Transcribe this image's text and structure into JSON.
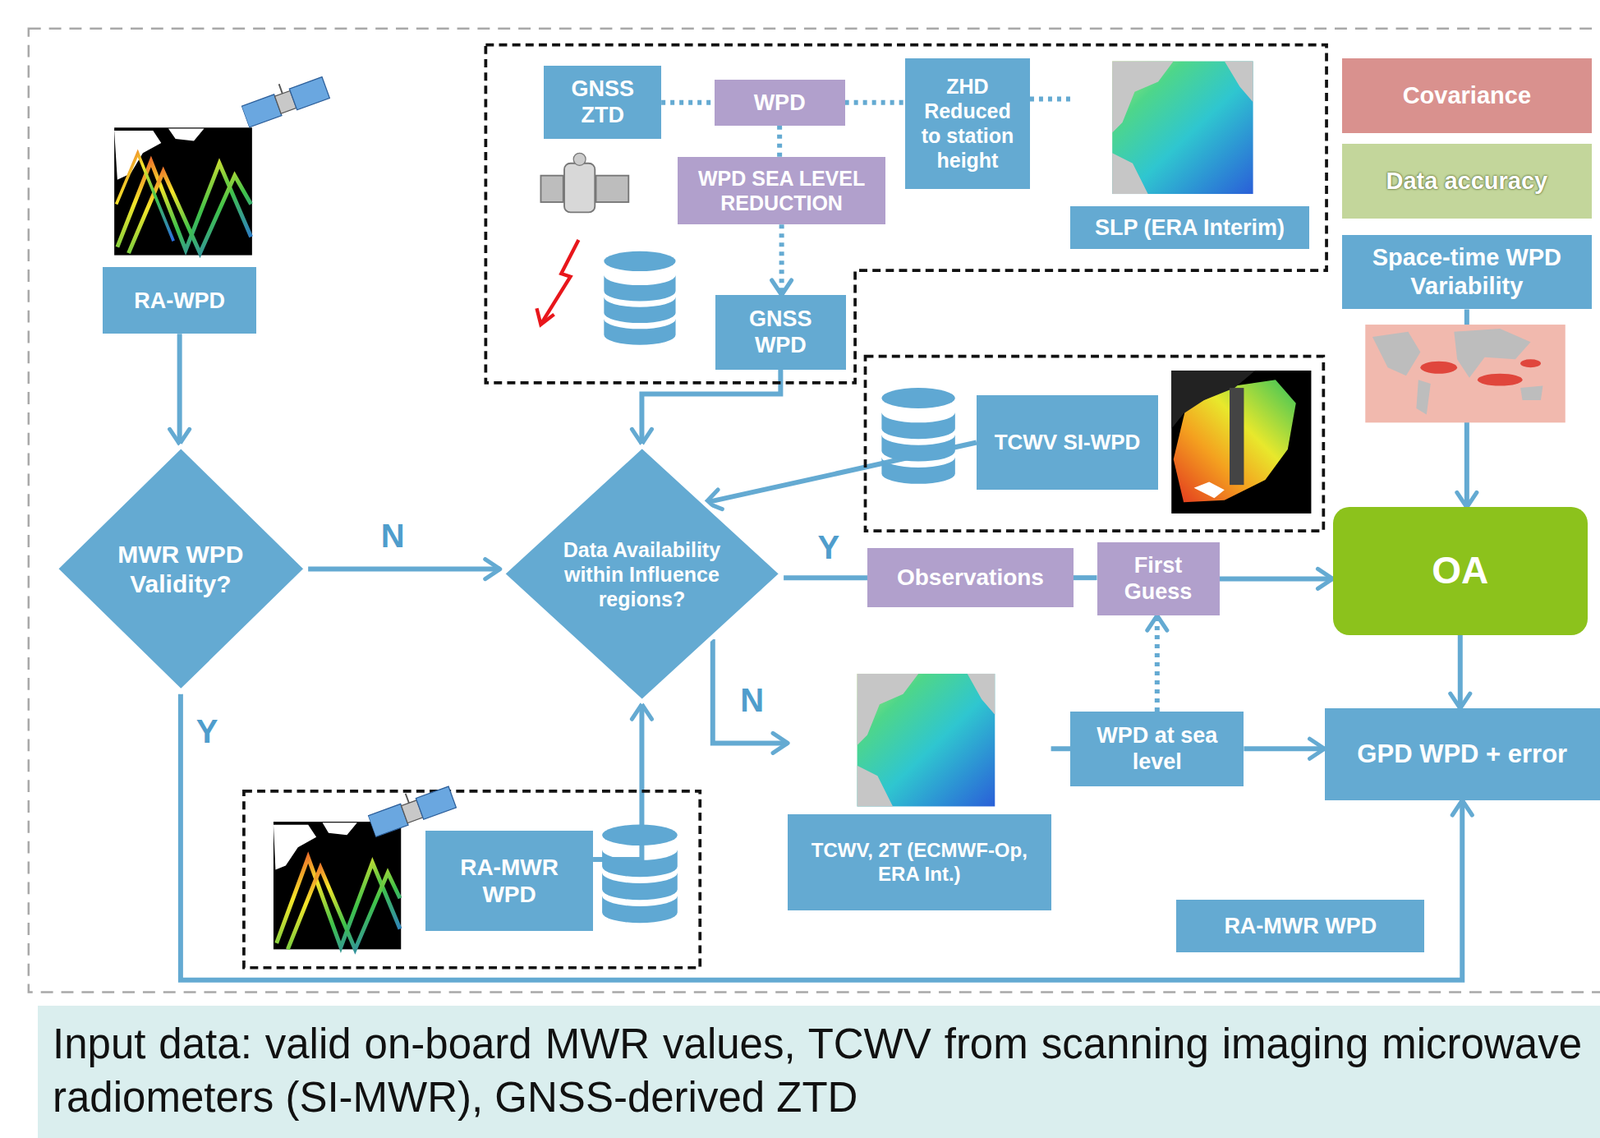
{
  "diagram": {
    "caption": "Input data: valid on-board MWR values, TCWV from scanning imaging microwave radiometers (SI-MWR), GNSS-derived ZTD",
    "nodes": [
      {
        "text": [
          "RA-WPD"
        ]
      },
      {
        "text": [
          "MWR WPD Validity?"
        ]
      },
      {
        "text": [
          "GNSS ZTD"
        ]
      },
      {
        "text": [
          "WPD"
        ]
      },
      {
        "text": [
          "ZHD Reduced to station height"
        ]
      },
      {
        "text": [
          "SLP (ERA Interim)"
        ]
      },
      {
        "text": [
          "WPD SEA LEVEL REDUCTION"
        ]
      },
      {
        "text": [
          "GNSS WPD"
        ]
      },
      {
        "text": [
          "Covariance"
        ]
      },
      {
        "text": [
          "Data accuracy"
        ]
      },
      {
        "text": [
          "Space-time WPD Variability"
        ]
      },
      {
        "text": [
          "Data Availability within Influence regions?"
        ]
      },
      {
        "text": [
          "TCWV SI-WPD"
        ]
      },
      {
        "text": [
          "Observations"
        ]
      },
      {
        "text": [
          "First Guess"
        ]
      },
      {
        "text": [
          "OA"
        ]
      },
      {
        "text": [
          "TCWV, 2T (ECMWF-Op, ERA Int.)"
        ]
      },
      {
        "text": [
          "WPD at sea level"
        ]
      },
      {
        "text": [
          "GPD WPD + error"
        ]
      },
      {
        "text": [
          "RA-MWR WPD"
        ]
      },
      {
        "text": [
          "RA-MWR WPD"
        ]
      }
    ],
    "edges": [
      {
        "from": 0,
        "to": 1,
        "arrow": "to"
      },
      {
        "from": 1,
        "to": 11,
        "label": "N",
        "arrow": "to"
      },
      {
        "from": 1,
        "to": 18,
        "label": "Y",
        "arrow": "to"
      },
      {
        "from": 7,
        "to": 11,
        "arrow": "to"
      },
      {
        "from": 12,
        "to": 11,
        "arrow": "to"
      },
      {
        "from": 19,
        "to": 11,
        "arrow": "to"
      },
      {
        "from": 11,
        "to": 13,
        "label": "Y",
        "arrow": "none"
      },
      {
        "from": 13,
        "to": 14,
        "arrow": "none"
      },
      {
        "from": 14,
        "to": 15,
        "arrow": "to"
      },
      {
        "from": 11,
        "to": 16,
        "label": "N",
        "arrow": "to"
      },
      {
        "from": 16,
        "to": 17,
        "arrow": "none"
      },
      {
        "from": 17,
        "to": 14,
        "arrow": "to"
      },
      {
        "from": 17,
        "to": 18,
        "arrow": "to"
      },
      {
        "from": 10,
        "to": 15,
        "arrow": "to"
      },
      {
        "from": 15,
        "to": 18,
        "arrow": "to"
      },
      {
        "from": 2,
        "to": 3,
        "arrow": "none"
      },
      {
        "from": 3,
        "to": 4,
        "arrow": "none"
      },
      {
        "from": 4,
        "to": 5,
        "arrow": "none"
      },
      {
        "from": 3,
        "to": 6,
        "arrow": "none"
      },
      {
        "from": 6,
        "to": 7,
        "arrow": "to"
      }
    ]
  }
}
